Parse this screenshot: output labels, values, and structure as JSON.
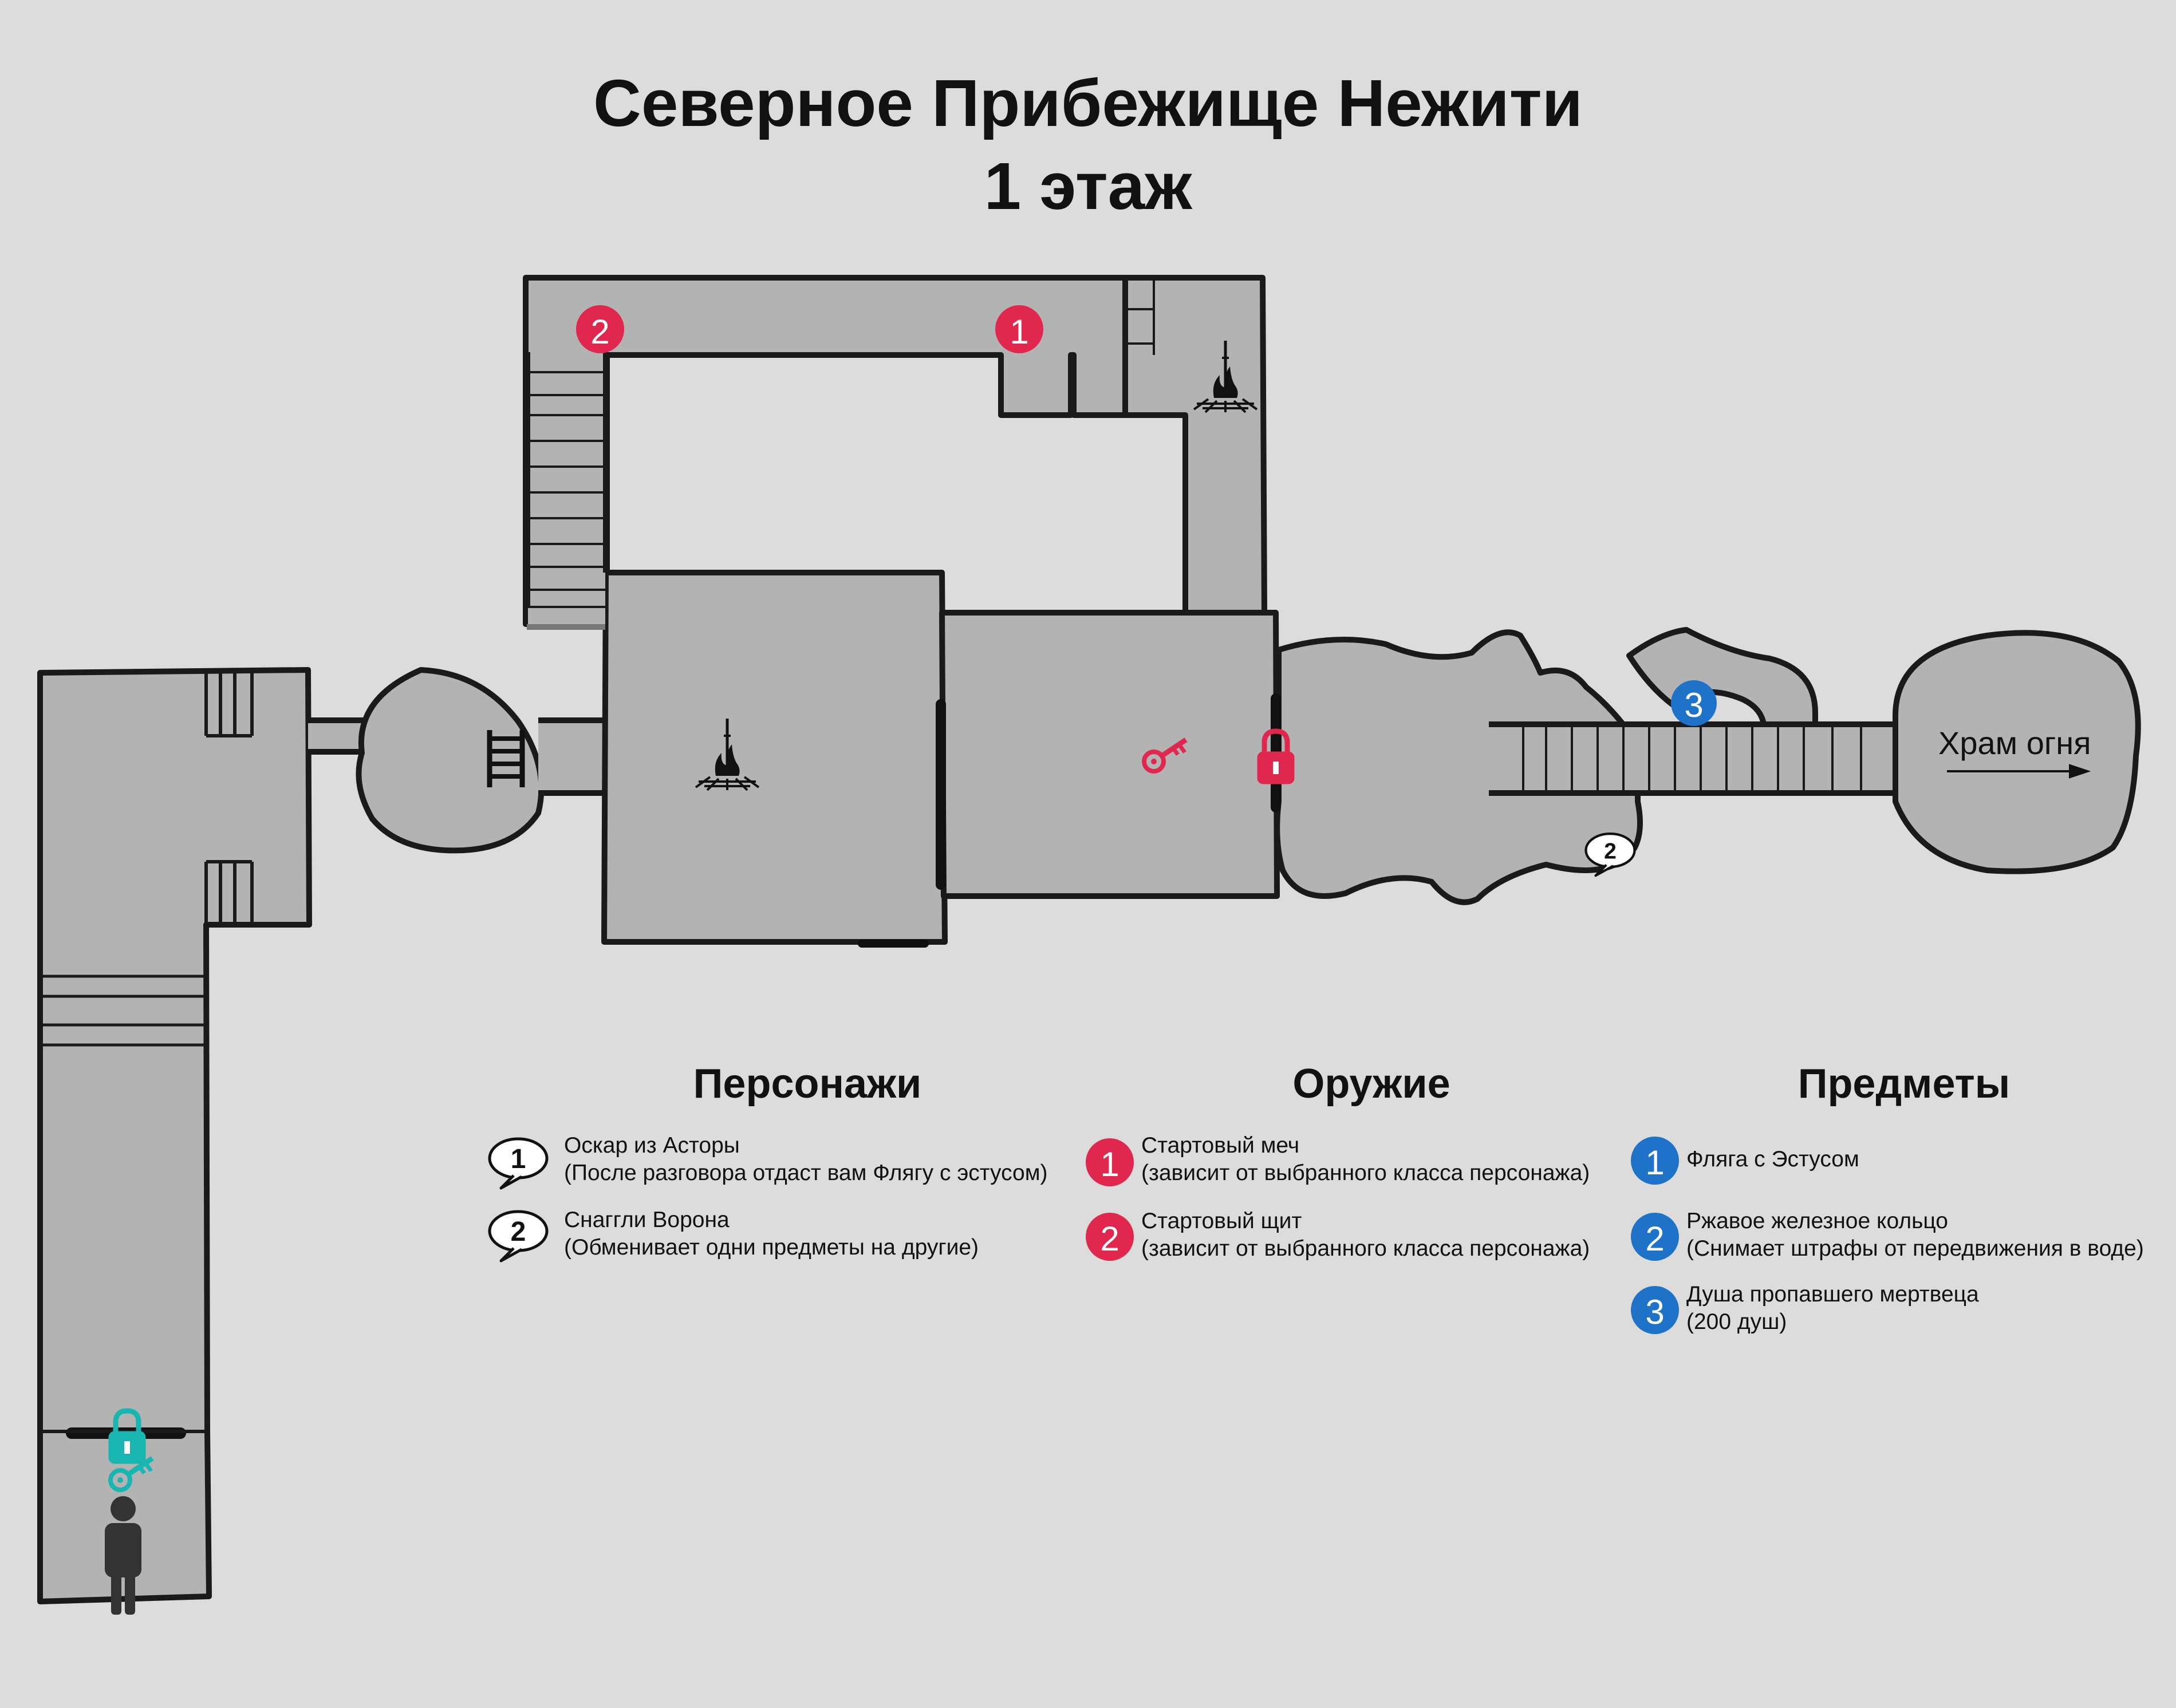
{
  "title": {
    "line1": "Северное Прибежище Нежити",
    "line2": "1 этаж"
  },
  "map": {
    "exit_label": "Храм огня",
    "markers": {
      "weapon_1": "1",
      "weapon_2": "2",
      "item_3": "3",
      "npc_2": "2"
    },
    "colors": {
      "wall": "#1a1a1a",
      "floor": "#b3b3b3",
      "background": "#dcdcdc",
      "weapon_marker": "#e0284f",
      "item_marker": "#1e73c8",
      "key_red": "#e0284f",
      "key_teal": "#19b5b0",
      "player": "#333333"
    },
    "icons": [
      "bonfire-icon",
      "ladder-icon",
      "lock-icon",
      "key-icon",
      "player-start-icon",
      "speech-bubble-icon"
    ]
  },
  "legend": {
    "characters": {
      "heading": "Персонажи",
      "items": [
        {
          "num": "1",
          "line1": "Оскар из Асторы",
          "line2": "(После разговора отдаст вам Флягу с эстусом)"
        },
        {
          "num": "2",
          "line1": "Снаггли Ворона",
          "line2": "(Обменивает одни предметы на другие)"
        }
      ]
    },
    "weapons": {
      "heading": "Оружие",
      "items": [
        {
          "num": "1",
          "line1": "Стартовый меч",
          "line2": "(зависит от выбранного класса персонажа)"
        },
        {
          "num": "2",
          "line1": "Стартовый щит",
          "line2": "(зависит от выбранного класса персонажа)"
        }
      ]
    },
    "items": {
      "heading": "Предметы",
      "items": [
        {
          "num": "1",
          "line1": "Фляга с Эстусом",
          "line2": ""
        },
        {
          "num": "2",
          "line1": "Ржавое железное кольцо",
          "line2": "(Снимает штрафы от передвижения в воде)"
        },
        {
          "num": "3",
          "line1": "Душа пропавшего мертвеца",
          "line2": "(200 душ)"
        }
      ]
    }
  }
}
